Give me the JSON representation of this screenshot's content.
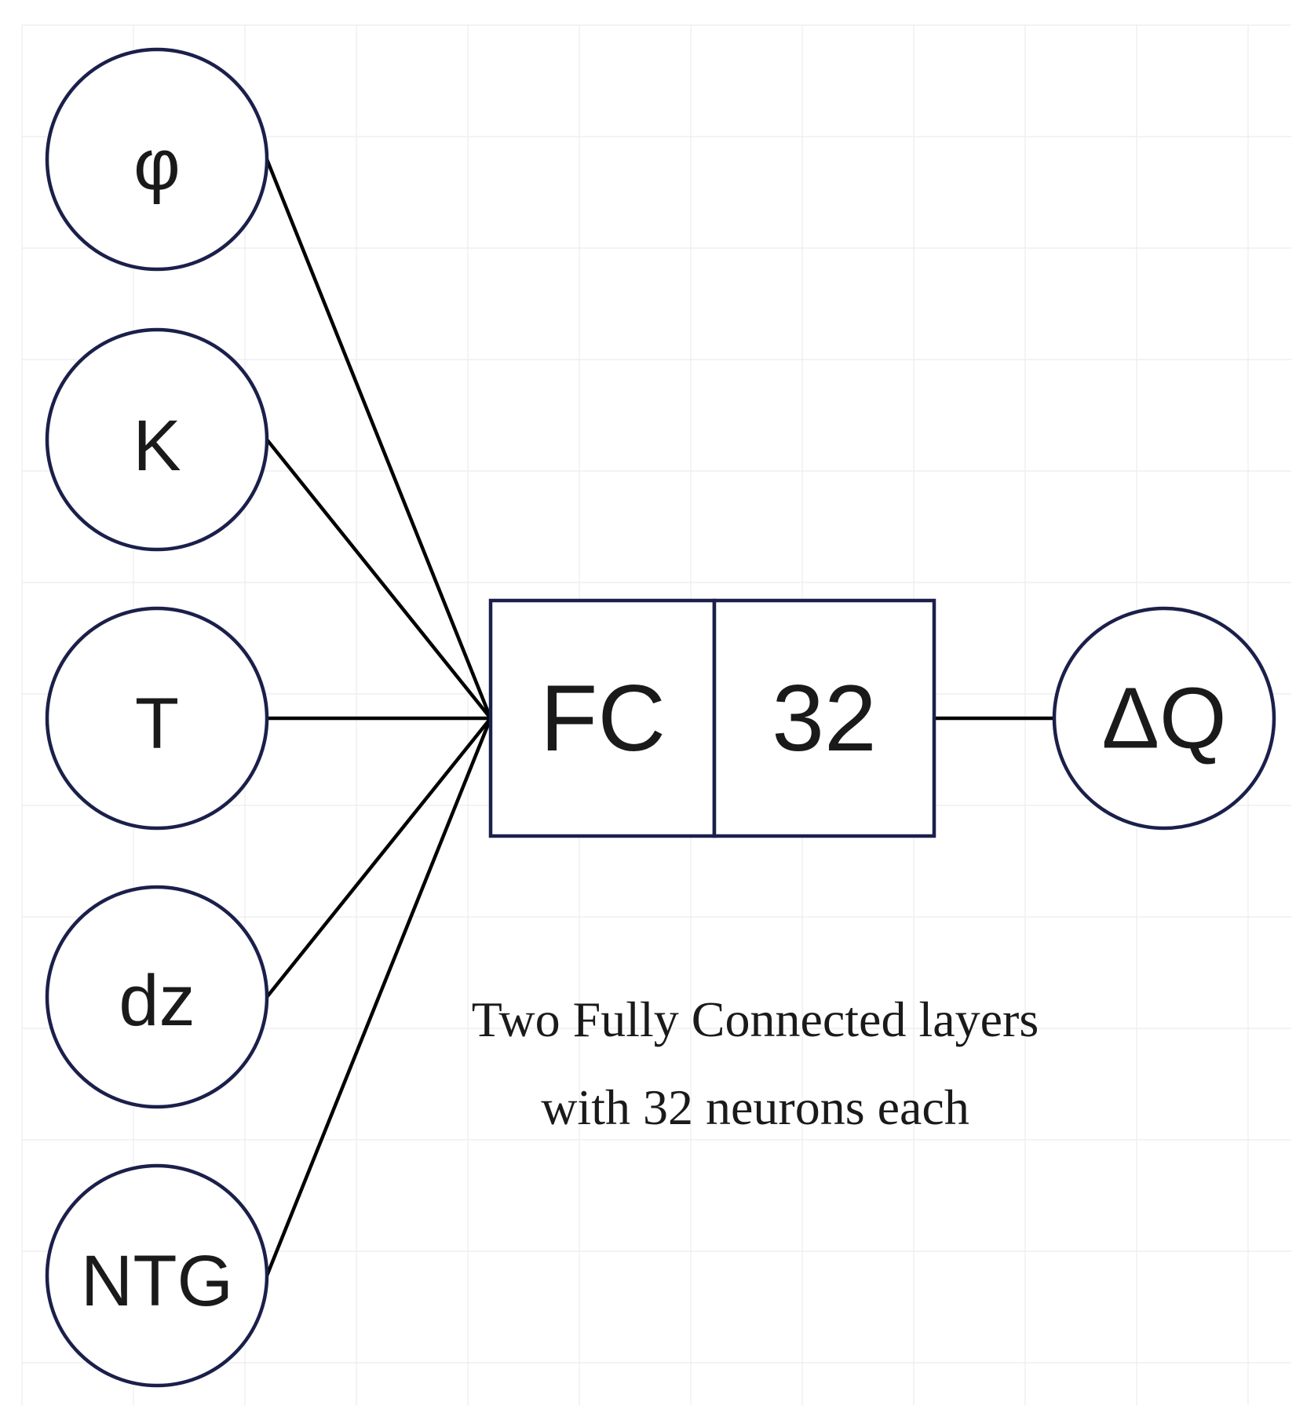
{
  "inputs": [
    {
      "id": "phi",
      "label": "φ"
    },
    {
      "id": "k",
      "label": "K"
    },
    {
      "id": "t",
      "label": "T"
    },
    {
      "id": "dz",
      "label": "dz"
    },
    {
      "id": "ntg",
      "label": "NTG"
    }
  ],
  "layer": {
    "type_label": "FC",
    "size_label": "32"
  },
  "output": {
    "label": "ΔQ"
  },
  "caption": {
    "line1": "Two Fully Connected layers",
    "line2": "with 32 neurons each"
  },
  "colors": {
    "node_stroke": "#1b1f4a",
    "edge": "#000000",
    "grid": "#ececec",
    "text": "#1a1a1a"
  }
}
